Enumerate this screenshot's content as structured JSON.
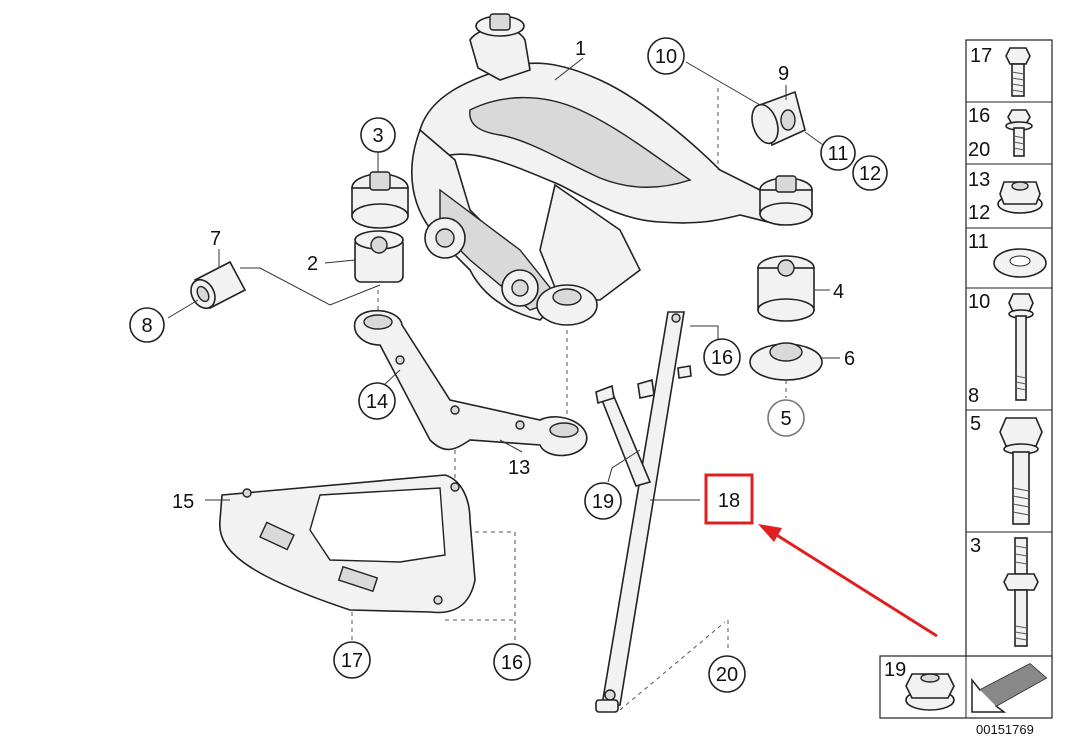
{
  "diagram": {
    "callouts": {
      "c1": "1",
      "c2": "2",
      "c3": "3",
      "c4": "4",
      "c5": "5",
      "c6": "6",
      "c7": "7",
      "c8": "8",
      "c9": "9",
      "c10": "10",
      "c11": "11",
      "c12": "12",
      "c13": "13",
      "c14": "14",
      "c15": "15",
      "c16a": "16",
      "c16b": "16",
      "c17": "17",
      "c18": "18",
      "c19": "19",
      "c20": "20"
    },
    "highlight_color": "#e02020"
  },
  "sidebar": {
    "rows": [
      {
        "labels": [
          "17"
        ],
        "icon": "bolt-icon"
      },
      {
        "labels": [
          "16",
          "20"
        ],
        "icon": "flange-bolt-icon"
      },
      {
        "labels": [
          "13",
          "12"
        ],
        "icon": "flange-nut-icon"
      },
      {
        "labels": [
          "11"
        ],
        "icon": "washer-icon"
      },
      {
        "labels": [
          "10",
          "8"
        ],
        "icon": "long-bolt-icon"
      },
      {
        "labels": [
          "5"
        ],
        "icon": "hex-bolt-icon"
      },
      {
        "labels": [
          "3"
        ],
        "icon": "stud-icon"
      },
      {
        "labels": [
          "19"
        ],
        "icon": "nut-icon"
      }
    ]
  },
  "footer": {
    "diagram_number": "00151769"
  }
}
